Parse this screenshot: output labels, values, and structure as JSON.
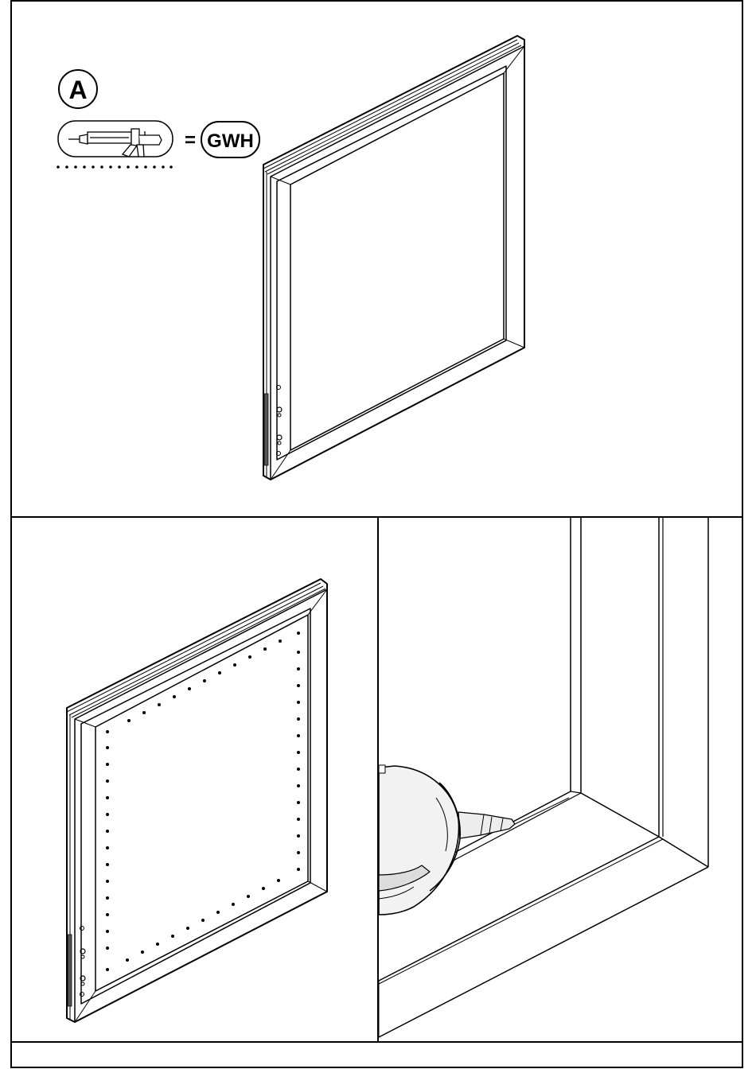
{
  "step": {
    "letter": "A"
  },
  "legend": {
    "equals": "=",
    "tool_code": "GWH",
    "tool_icon": "caulking-gun-icon"
  },
  "colors": {
    "line": "#000000",
    "paper": "#ffffff",
    "tool_fill": "#e8e8e8"
  },
  "panels": [
    {
      "id": "top",
      "content": "window-frame-isometric"
    },
    {
      "id": "bottom-left",
      "content": "window-frame-with-dotted-sealant-path"
    },
    {
      "id": "bottom-right",
      "content": "caulking-gun-applying-sealant-corner-detail"
    }
  ]
}
